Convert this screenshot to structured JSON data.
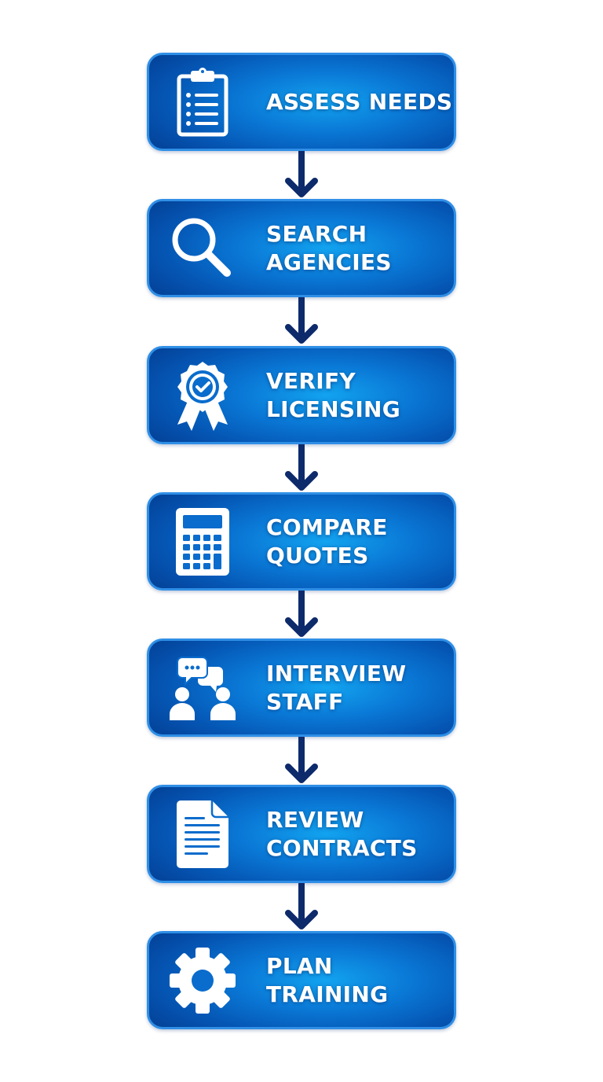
{
  "diagram": {
    "type": "vertical-flowchart",
    "colors": {
      "box_center": "#12a3ef",
      "box_edge": "#04439a",
      "box_border": "#2f8fe6",
      "arrow": "#0d2a6b",
      "text": "#ffffff",
      "background": "#ffffff"
    },
    "steps": [
      {
        "icon": "clipboard-list-icon",
        "lines": [
          "ASSESS NEEDS"
        ]
      },
      {
        "icon": "magnifying-glass-icon",
        "lines": [
          "SEARCH",
          "AGENCIES"
        ]
      },
      {
        "icon": "certified-badge-icon",
        "lines": [
          "VERIFY",
          "LICENSING"
        ]
      },
      {
        "icon": "calculator-icon",
        "lines": [
          "COMPARE",
          "QUOTES"
        ]
      },
      {
        "icon": "people-conversation-icon",
        "lines": [
          "INTERVIEW",
          "STAFF"
        ]
      },
      {
        "icon": "document-icon",
        "lines": [
          "REVIEW",
          "CONTRACTS"
        ]
      },
      {
        "icon": "gear-icon",
        "lines": [
          "PLAN",
          "TRAINING"
        ]
      }
    ]
  }
}
